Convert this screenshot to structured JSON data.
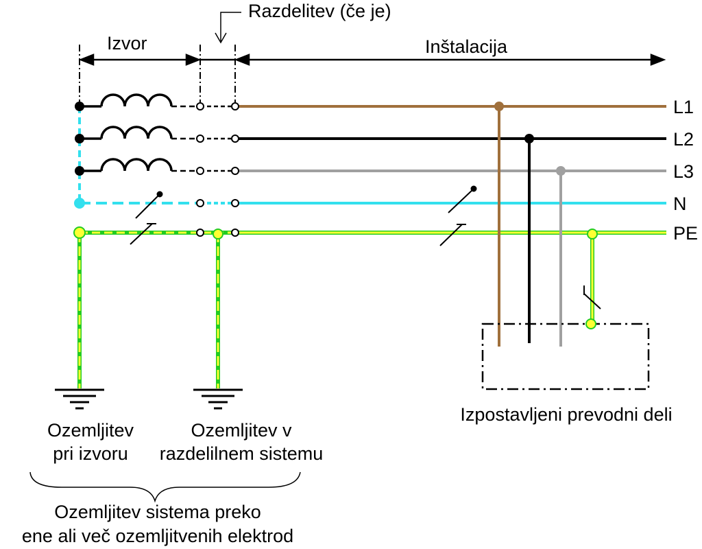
{
  "labels": {
    "source": "Izvor",
    "distribution": "Razdelitev (če je)",
    "installation": "Inštalacija",
    "exposed_parts": "Izpostavljeni prevodni deli",
    "earth_source_line1": "Ozemljitev",
    "earth_source_line2": "pri izvoru",
    "earth_dist_line1": "Ozemljitev v",
    "earth_dist_line2": "razdelilnem sistemu",
    "system_earth_line1": "Ozemljitev sistema preko",
    "system_earth_line2": "ene ali več ozemljitvenih elektrod"
  },
  "conductors": [
    {
      "name": "L1",
      "color": "#a0703c"
    },
    {
      "name": "L2",
      "color": "#000000"
    },
    {
      "name": "L3",
      "color": "#a0a0a0"
    },
    {
      "name": "N",
      "color": "#33e0ee"
    },
    {
      "name": "PE",
      "color": "#ffff33",
      "stripe": "#22cc22"
    }
  ]
}
